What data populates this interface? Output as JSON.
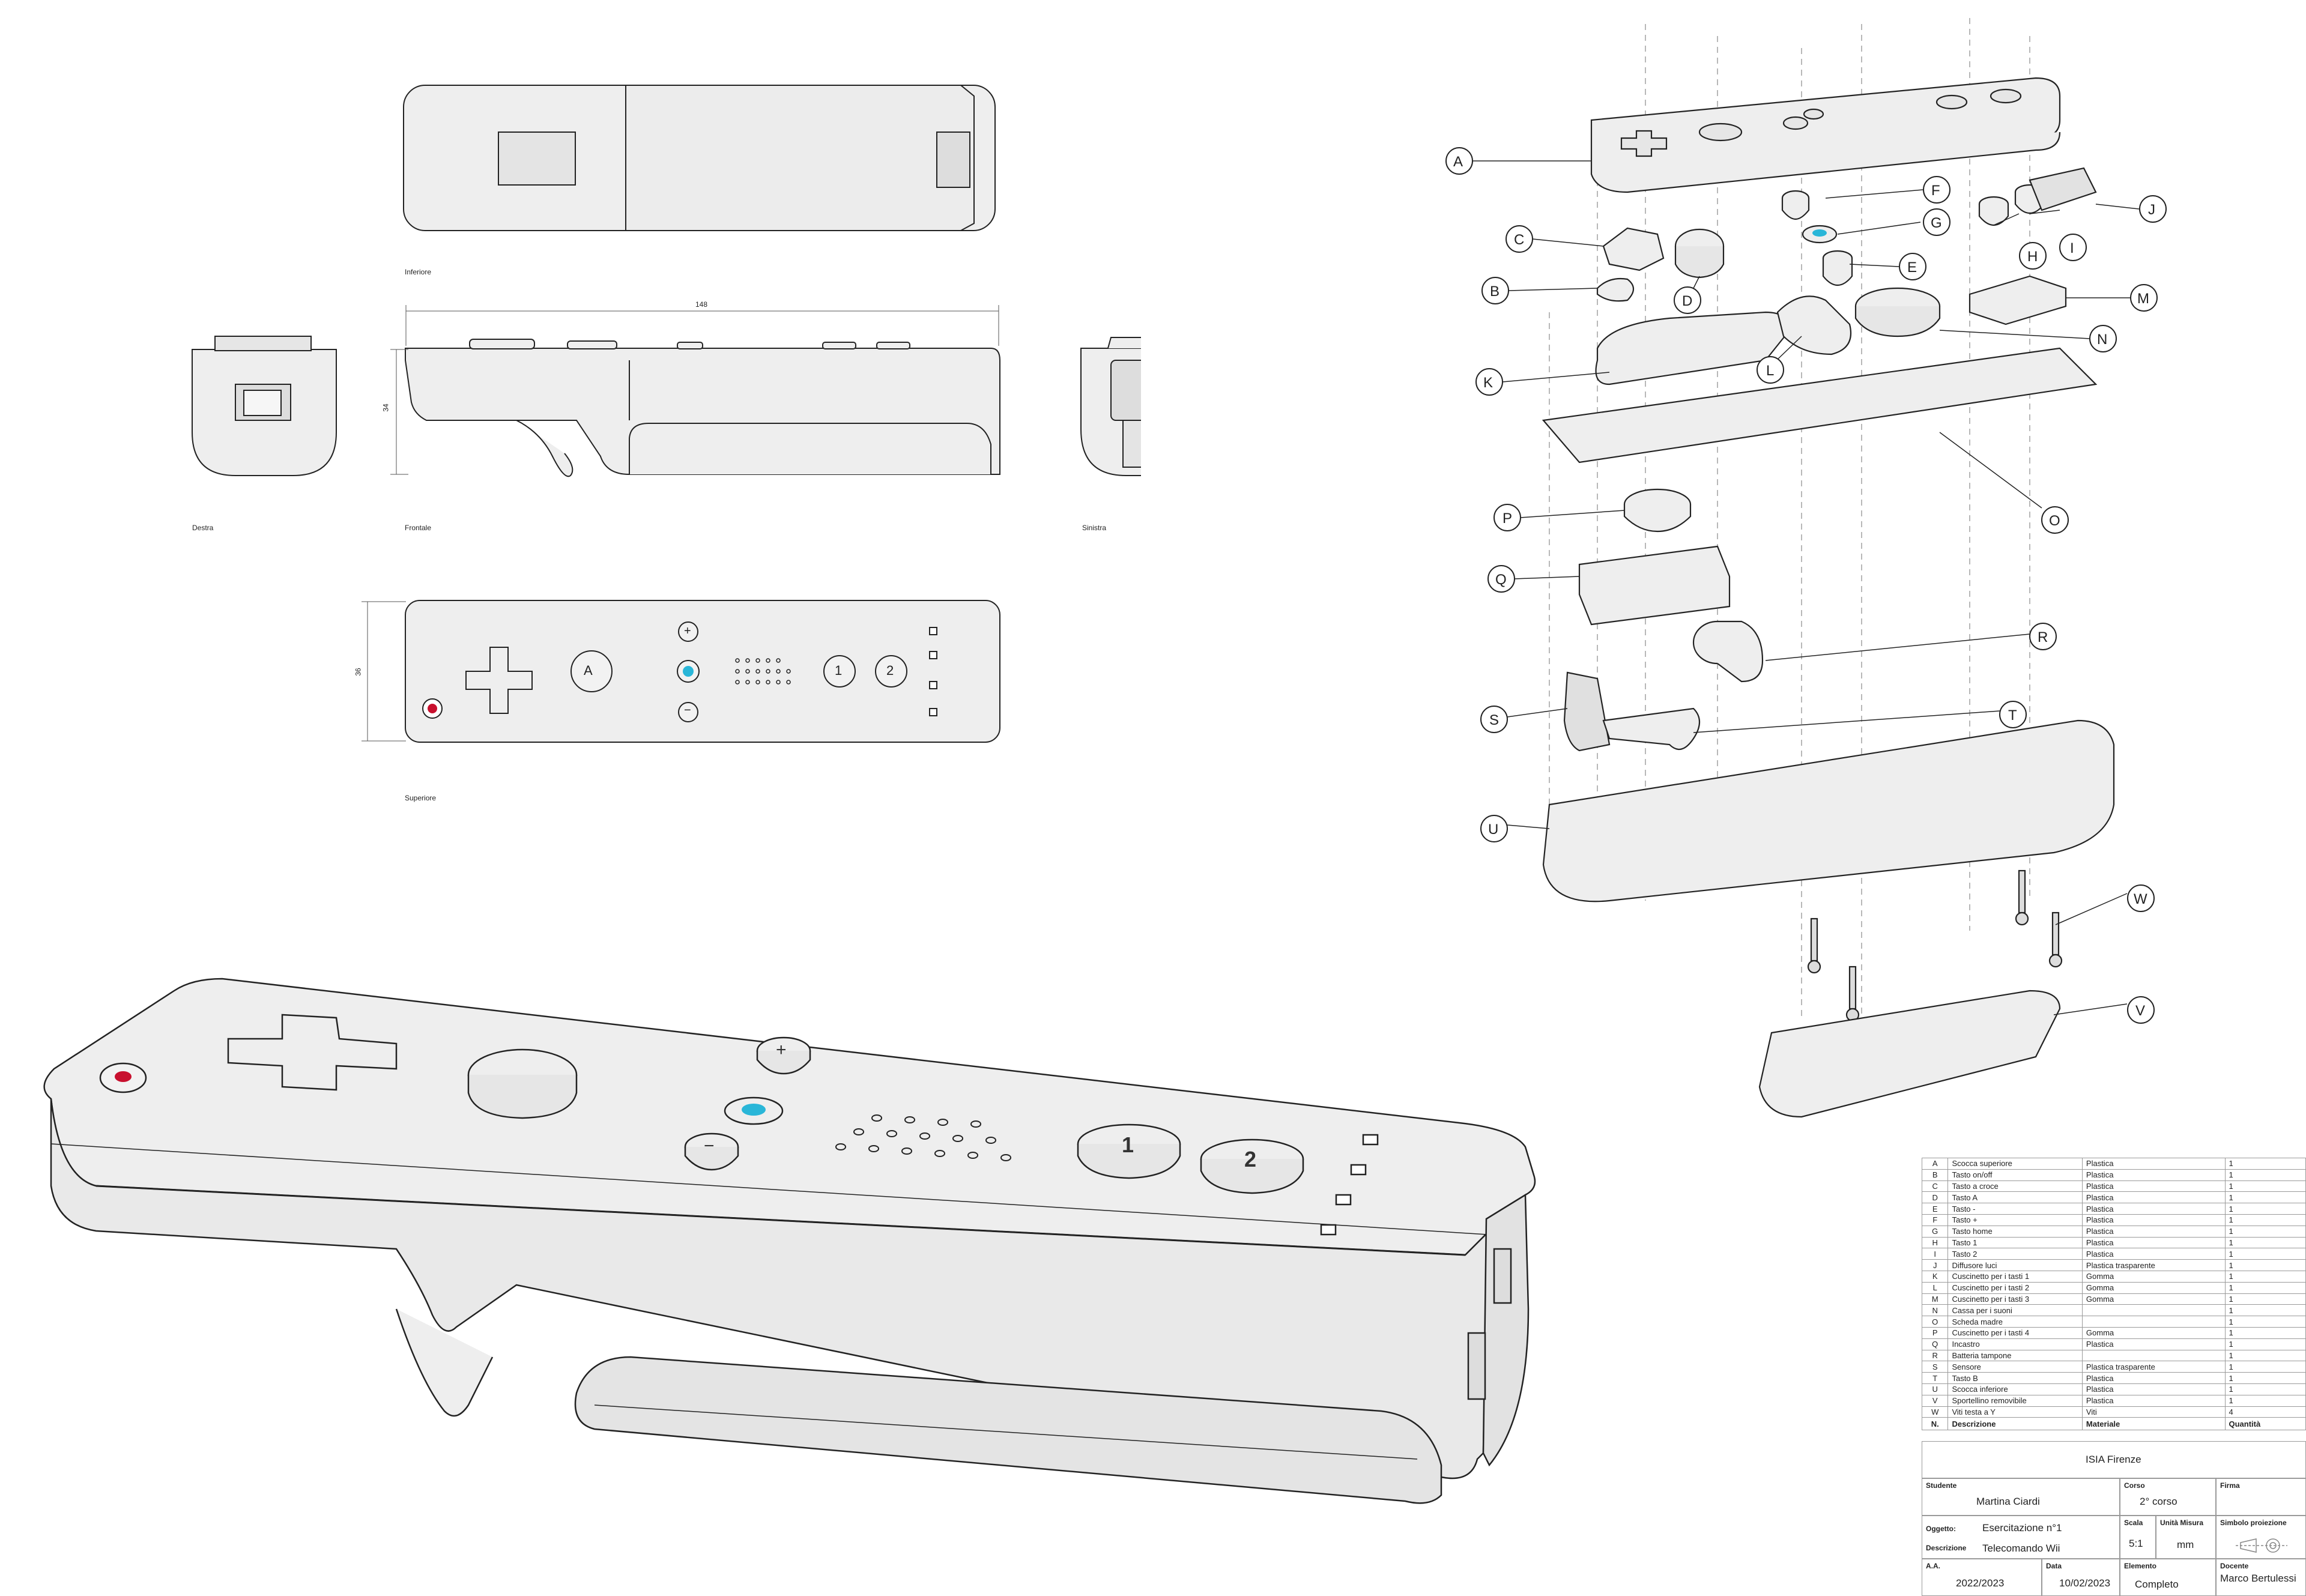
{
  "views": {
    "bottom": "Inferiore",
    "right": "Destra",
    "front": "Frontale",
    "left": "Sinistra",
    "top": "Superiore"
  },
  "dimensions": {
    "length": "148",
    "height": "34",
    "width": "36"
  },
  "callouts": [
    "A",
    "B",
    "C",
    "D",
    "E",
    "F",
    "G",
    "H",
    "I",
    "J",
    "K",
    "L",
    "M",
    "N",
    "O",
    "P",
    "Q",
    "R",
    "S",
    "T",
    "U",
    "V",
    "W"
  ],
  "button_glyphs": {
    "a": "A",
    "one": "1",
    "two": "2",
    "plus": "+",
    "minus": "−"
  },
  "colors": {
    "line": "#222222",
    "fill": "#eeeeee",
    "power": "#c8102e",
    "home": "#29b6d8"
  },
  "bom": {
    "header": {
      "n": "N.",
      "desc": "Descrizione",
      "mat": "Materiale",
      "qty": "Quantità"
    },
    "rows": [
      {
        "n": "A",
        "desc": "Scocca superiore",
        "mat": "Plastica",
        "qty": "1"
      },
      {
        "n": "B",
        "desc": "Tasto on/off",
        "mat": "Plastica",
        "qty": "1"
      },
      {
        "n": "C",
        "desc": "Tasto a croce",
        "mat": "Plastica",
        "qty": "1"
      },
      {
        "n": "D",
        "desc": "Tasto A",
        "mat": "Plastica",
        "qty": "1"
      },
      {
        "n": "E",
        "desc": "Tasto -",
        "mat": "Plastica",
        "qty": "1"
      },
      {
        "n": "F",
        "desc": "Tasto +",
        "mat": "Plastica",
        "qty": "1"
      },
      {
        "n": "G",
        "desc": "Tasto home",
        "mat": "Plastica",
        "qty": "1"
      },
      {
        "n": "H",
        "desc": "Tasto 1",
        "mat": "Plastica",
        "qty": "1"
      },
      {
        "n": "I",
        "desc": "Tasto 2",
        "mat": "Plastica",
        "qty": "1"
      },
      {
        "n": "J",
        "desc": "Diffusore luci",
        "mat": "Plastica trasparente",
        "qty": "1"
      },
      {
        "n": "K",
        "desc": "Cuscinetto per i tasti 1",
        "mat": "Gomma",
        "qty": "1"
      },
      {
        "n": "L",
        "desc": "Cuscinetto per i tasti 2",
        "mat": "Gomma",
        "qty": "1"
      },
      {
        "n": "M",
        "desc": "Cuscinetto per i tasti 3",
        "mat": "Gomma",
        "qty": "1"
      },
      {
        "n": "N",
        "desc": "Cassa per i suoni",
        "mat": "",
        "qty": "1"
      },
      {
        "n": "O",
        "desc": "Scheda madre",
        "mat": "",
        "qty": "1"
      },
      {
        "n": "P",
        "desc": "Cuscinetto per i tasti 4",
        "mat": "Gomma",
        "qty": "1"
      },
      {
        "n": "Q",
        "desc": "Incastro",
        "mat": "Plastica",
        "qty": "1"
      },
      {
        "n": "R",
        "desc": "Batteria tampone",
        "mat": "",
        "qty": "1"
      },
      {
        "n": "S",
        "desc": "Sensore",
        "mat": "Plastica trasparente",
        "qty": "1"
      },
      {
        "n": "T",
        "desc": "Tasto B",
        "mat": "Plastica",
        "qty": "1"
      },
      {
        "n": "U",
        "desc": "Scocca inferiore",
        "mat": "Plastica",
        "qty": "1"
      },
      {
        "n": "V",
        "desc": "Sportellino removibile",
        "mat": "Plastica",
        "qty": "1"
      },
      {
        "n": "W",
        "desc": "Viti testa a Y",
        "mat": "Viti",
        "qty": "4"
      }
    ]
  },
  "title_block": {
    "school": "ISIA Firenze",
    "student_label": "Studente",
    "student": "Martina Ciardi",
    "course_label": "Corso",
    "course": "2° corso",
    "signature_label": "Firma",
    "object_label": "Oggetto:",
    "object": "Esercitazione n°1",
    "description_label": "Descrizione",
    "description": "Telecomando Wii",
    "scale_label": "Scala",
    "scale": "5:1",
    "unit_label": "Unità Misura",
    "unit": "mm",
    "projection_label": "Simbolo proiezione",
    "year_label": "A.A.",
    "year": "2022/2023",
    "date_label": "Data",
    "date": "10/02/2023",
    "element_label": "Elemento",
    "element": "Completo",
    "teacher_label": "Docente",
    "teacher": "Marco Bertulessi"
  }
}
